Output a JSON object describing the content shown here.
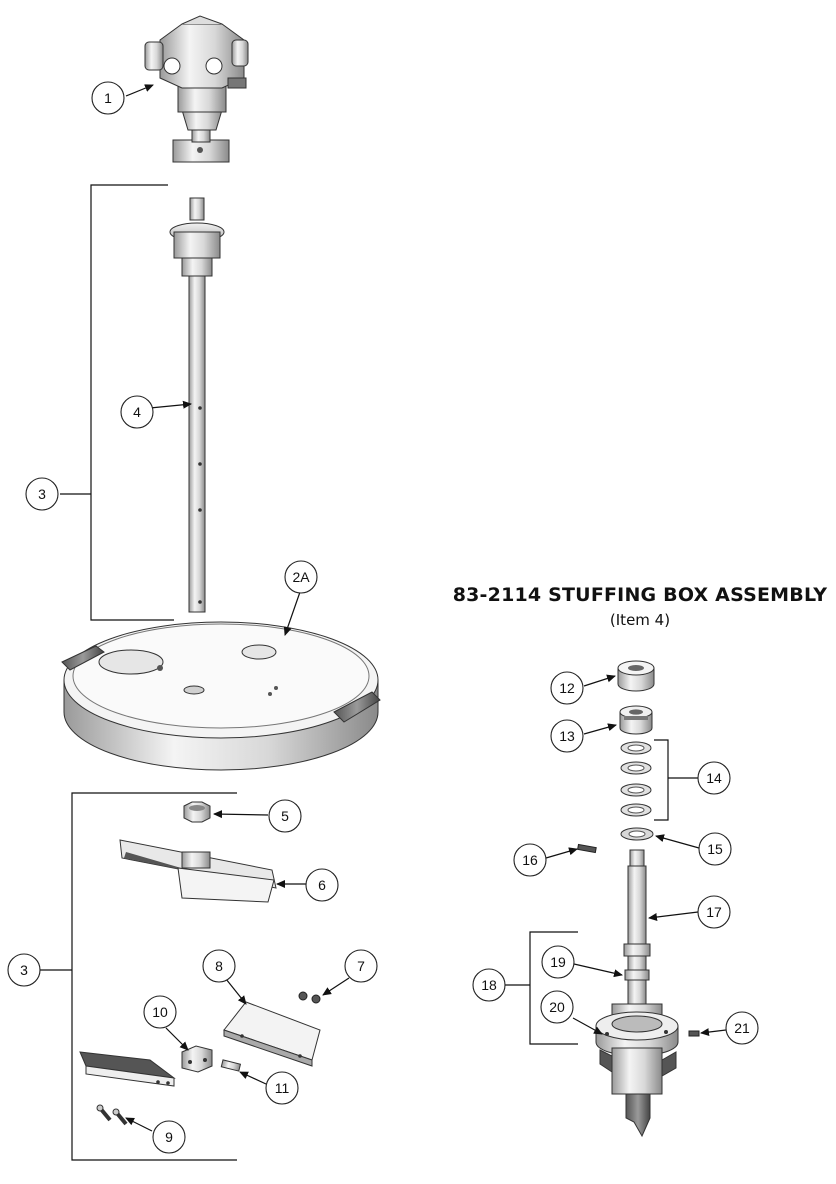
{
  "assembly": {
    "title": "83-2114 STUFFING BOX ASSEMBLY",
    "subtitle": "(Item 4)"
  },
  "callouts": {
    "c1": "1",
    "c2A": "2A",
    "c3a": "3",
    "c3b": "3",
    "c4": "4",
    "c5": "5",
    "c6": "6",
    "c7": "7",
    "c8": "8",
    "c9": "9",
    "c10": "10",
    "c11": "11",
    "c12": "12",
    "c13": "13",
    "c14": "14",
    "c15": "15",
    "c16": "16",
    "c17": "17",
    "c18": "18",
    "c19": "19",
    "c20": "20",
    "c21": "21"
  }
}
